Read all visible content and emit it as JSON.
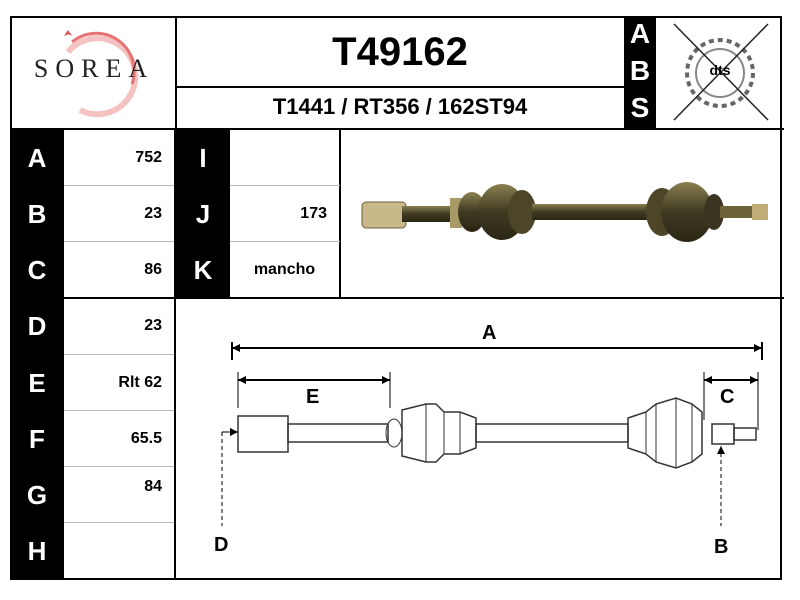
{
  "brand": {
    "name": "SOREA"
  },
  "header": {
    "part_number": "T49162",
    "cross_refs": "T1441 / RT356 / 162ST94",
    "abs_letters": [
      "A",
      "B",
      "S"
    ],
    "abs_logo_text": "dts"
  },
  "specs_left": [
    {
      "label": "A",
      "value": "752"
    },
    {
      "label": "B",
      "value": "23"
    },
    {
      "label": "C",
      "value": "86"
    },
    {
      "label": "D",
      "value": "23"
    },
    {
      "label": "E",
      "value": "Rlt 62"
    },
    {
      "label": "F",
      "value": "65.5"
    },
    {
      "label": "G",
      "value": "84"
    },
    {
      "label": "H",
      "value": ""
    }
  ],
  "specs_right": [
    {
      "label": "I",
      "value": ""
    },
    {
      "label": "J",
      "value": "173"
    },
    {
      "label": "K",
      "value": "mancho"
    }
  ],
  "diagram": {
    "labels": {
      "A": "A",
      "E": "E",
      "C": "C",
      "D": "D",
      "B": "B"
    }
  },
  "colors": {
    "border": "#000000",
    "label_bg": "#000000",
    "label_text": "#ffffff",
    "logo_red": "#d9534f",
    "shaft_dark": "#3f3a22",
    "shaft_mid": "#6b6238"
  }
}
